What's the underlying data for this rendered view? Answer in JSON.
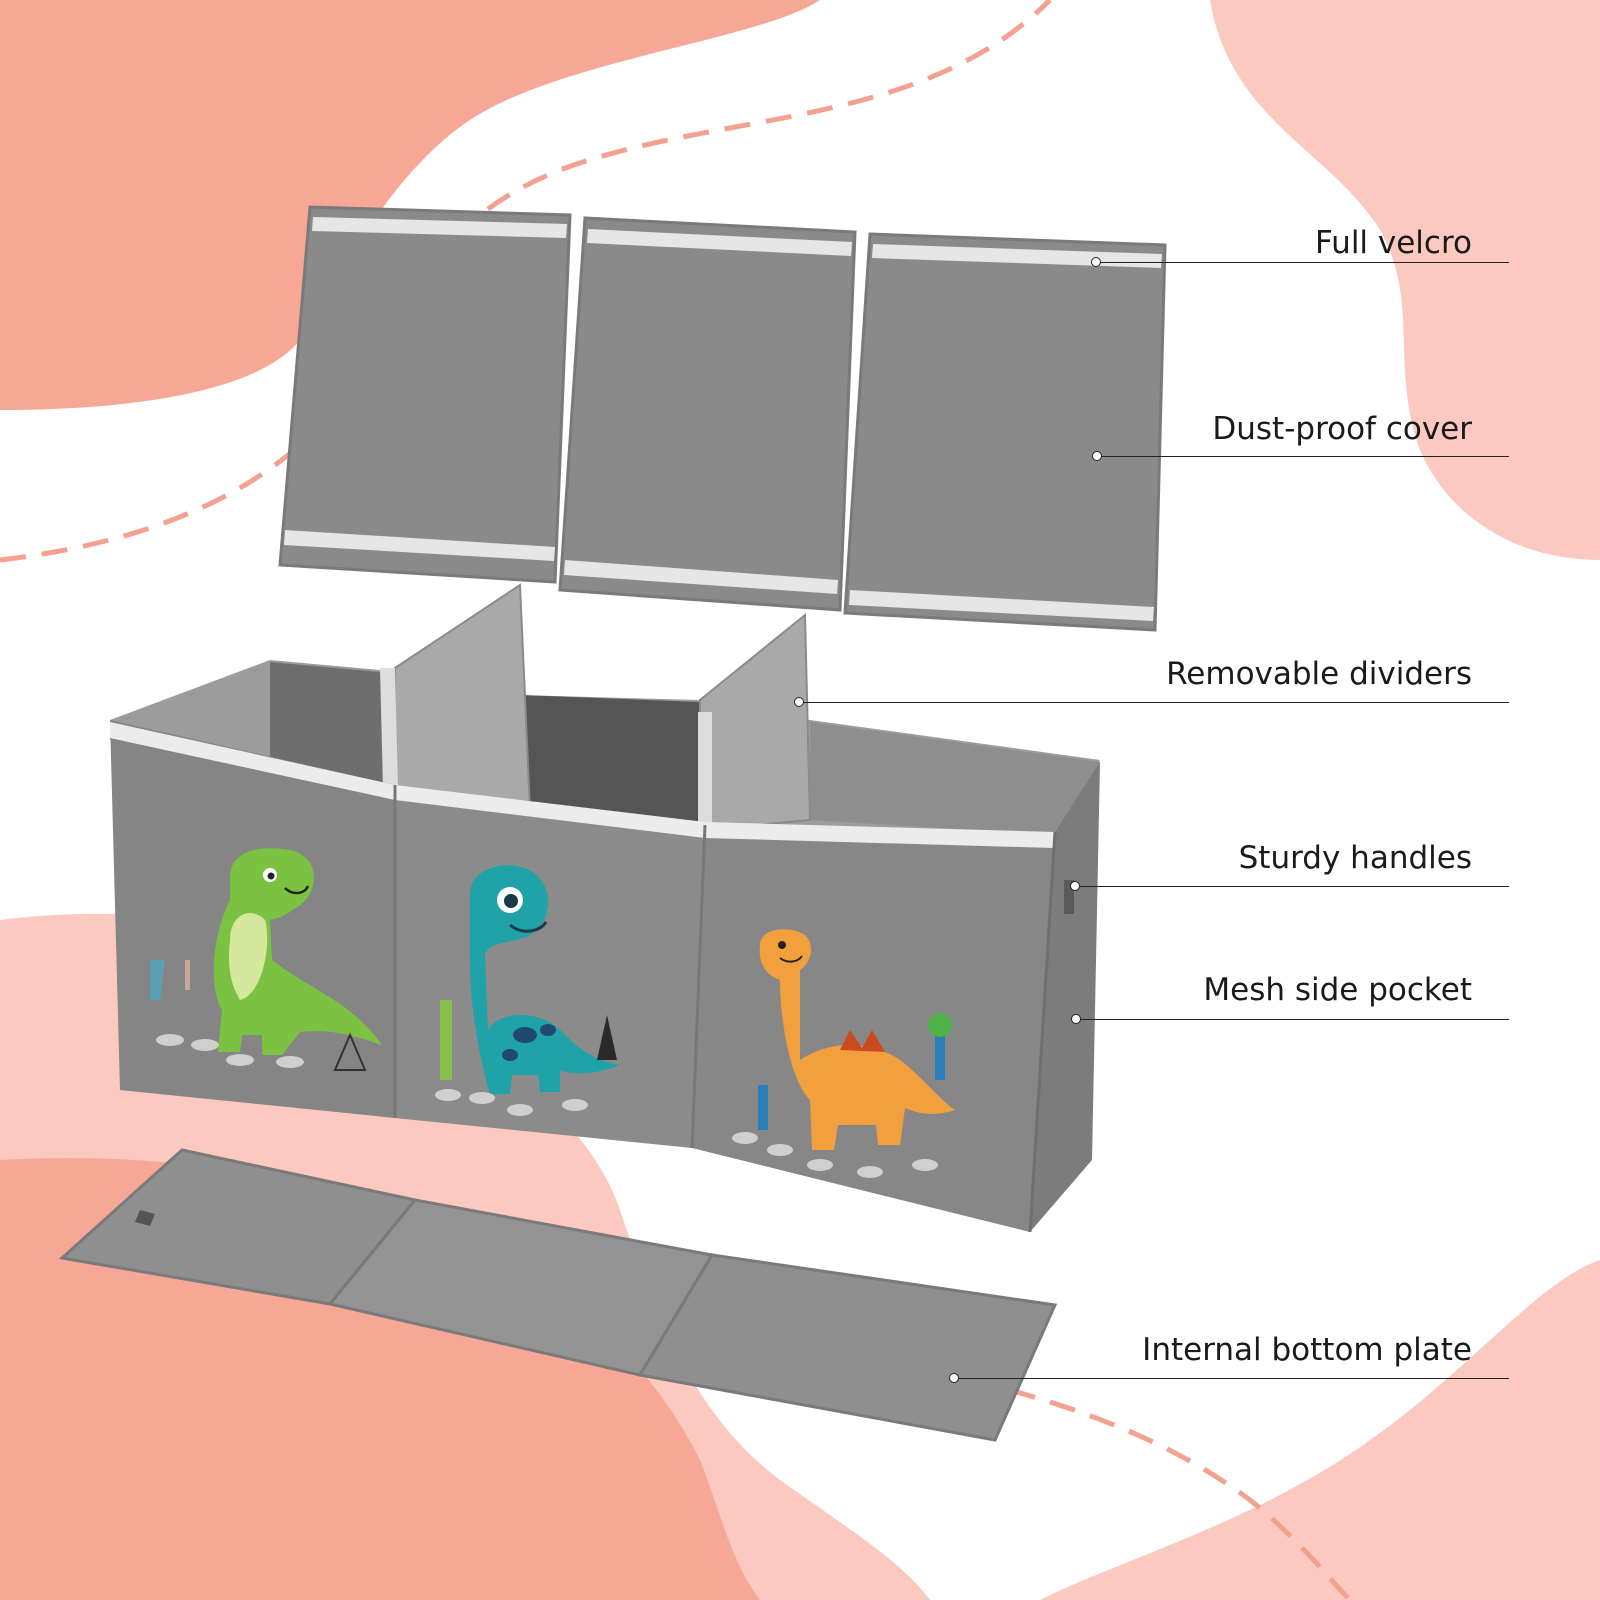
{
  "colors": {
    "blob": "#f7a796",
    "blob_light": "#fbc9bf",
    "dash": "#f3a291",
    "fabric": "#8a8a8a",
    "fabric_dark": "#7a7a7a",
    "trim": "#e8e8e8",
    "dino_green": "#7cc242",
    "dino_teal": "#1fa3a8",
    "dino_orange": "#f2a03d"
  },
  "callouts": [
    {
      "id": "full-velcro",
      "label": "Full velcro"
    },
    {
      "id": "dust-proof-cover",
      "label": "Dust-proof cover"
    },
    {
      "id": "removable-dividers",
      "label": "Removable dividers"
    },
    {
      "id": "sturdy-handles",
      "label": "Sturdy handles"
    },
    {
      "id": "mesh-side-pocket",
      "label": "Mesh side pocket"
    },
    {
      "id": "internal-bottom-plate",
      "label": "Internal bottom plate"
    }
  ]
}
